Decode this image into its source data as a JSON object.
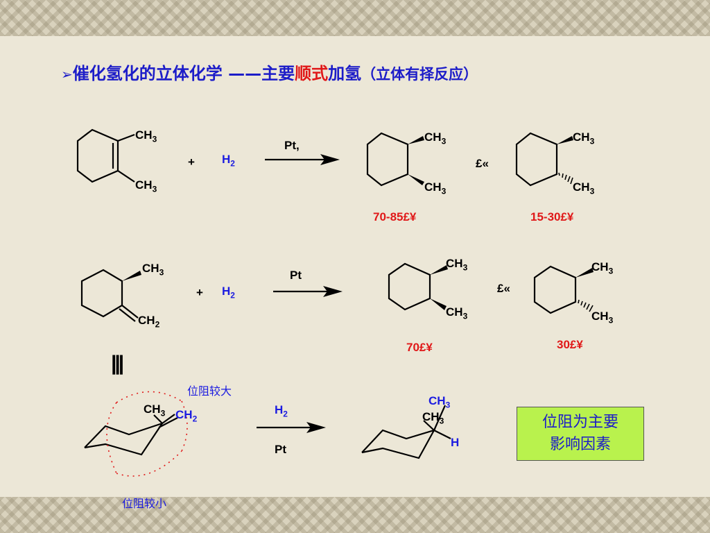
{
  "title": {
    "bullet_icon": "arrow-bullet-icon",
    "part1": "催化氢化的立体化学",
    "dash": "——主要",
    "emph": "顺式",
    "part2": "加氢",
    "paren": "（立体有择反应）"
  },
  "reaction1": {
    "reagent": "Pt,",
    "plus": "+",
    "h2": "H",
    "sub2": "2",
    "ch": "CH",
    "sub3": "3",
    "sep": "£«",
    "yield_cis": "70-85£¥",
    "yield_trans": "15-30£¥"
  },
  "reaction2": {
    "reagent": "Pt",
    "plus": "+",
    "h2": "H",
    "sub2": "2",
    "ch": "CH",
    "sub3": "3",
    "ch2": "CH",
    "sep": "£«",
    "yield_cis": "70£¥",
    "yield_trans": "30£¥"
  },
  "reaction3": {
    "equiv": "|||",
    "note_large": "位阻较大",
    "note_small": "位阻较小",
    "h2": "H",
    "sub2": "2",
    "reagent": "Pt",
    "ch": "CH",
    "sub3": "3",
    "h": "H"
  },
  "conclusion": {
    "line1": "位阻为主要",
    "line2": "影响因素"
  },
  "colors": {
    "blue": "#1c1cc8",
    "red": "#e01818",
    "green_box": "#b9f24d",
    "background": "#ece7d7"
  }
}
